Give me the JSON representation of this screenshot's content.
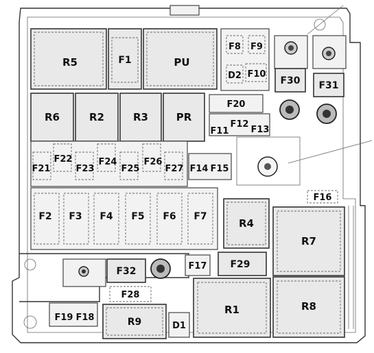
{
  "labels": {
    "R5": "R5",
    "F1": "F1",
    "PU": "PU",
    "F8": "F8",
    "F9": "F9",
    "D2": "D2",
    "F10": "F10",
    "F30": "F30",
    "F31": "F31",
    "R6": "R6",
    "R2": "R2",
    "R3": "R3",
    "PR": "PR",
    "F20": "F20",
    "F11": "F11",
    "F12": "F12",
    "F13": "F13",
    "F21": "F21",
    "F22": "F22",
    "F23": "F23",
    "F24": "F24",
    "F25": "F25",
    "F26": "F26",
    "F27": "F27",
    "F14": "F14",
    "F15": "F15",
    "F16": "F16",
    "F2": "F2",
    "F3": "F3",
    "F4": "F4",
    "F5": "F5",
    "F6": "F6",
    "F7": "F7",
    "R4": "R4",
    "R7": "R7",
    "F32": "F32",
    "F17": "F17",
    "F29": "F29",
    "F28": "F28",
    "R1": "R1",
    "R8": "R8",
    "F19": "F19",
    "F18": "F18",
    "R9": "R9",
    "D1": "D1"
  }
}
